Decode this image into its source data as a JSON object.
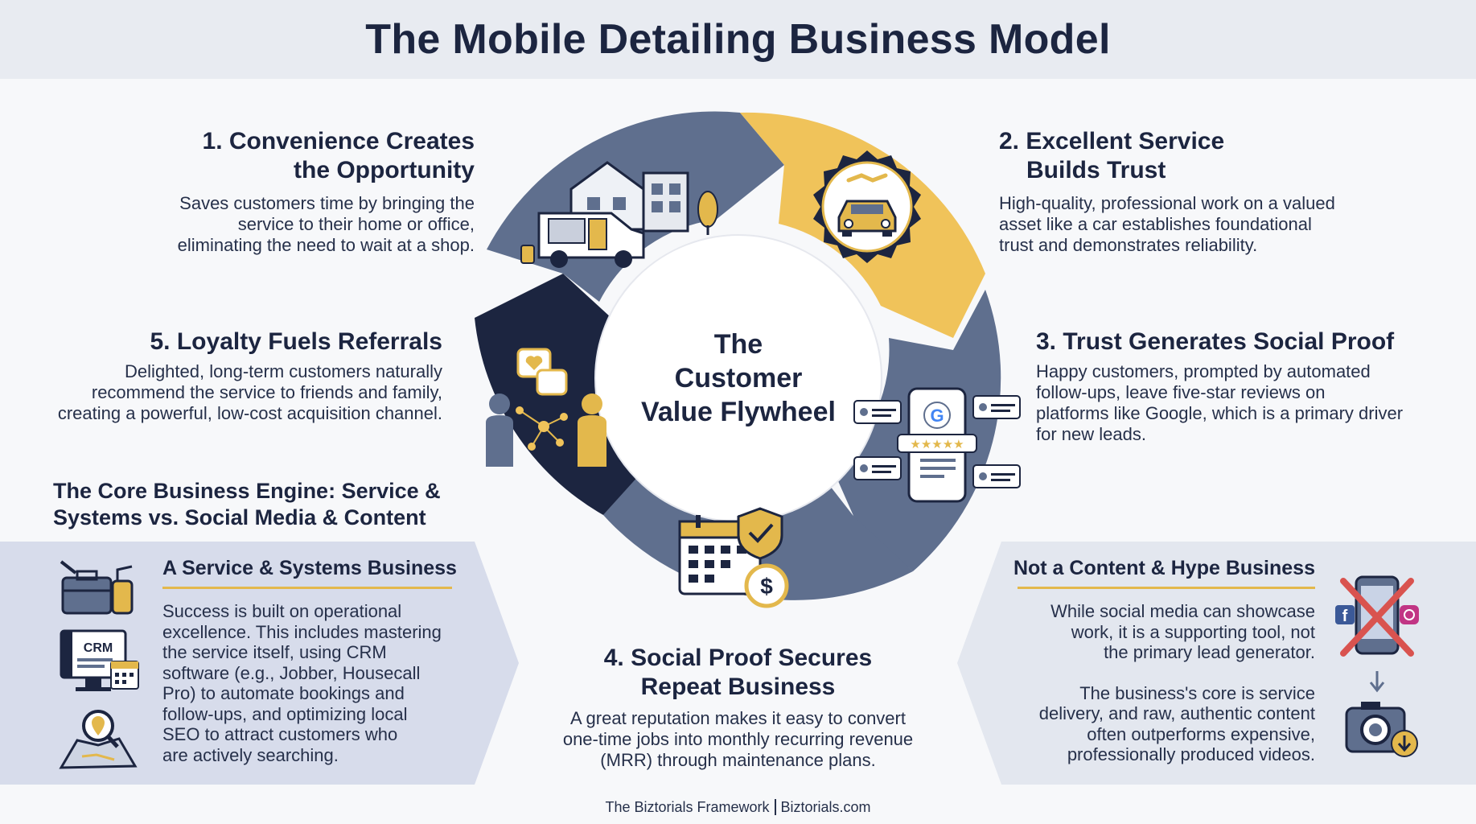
{
  "title": "The Mobile Detailing Business Model",
  "hub": {
    "line1": "The",
    "line2": "Customer",
    "line3": "Value Flywheel"
  },
  "steps": [
    {
      "title_line1": "1. Convenience Creates",
      "title_line2": "the Opportunity",
      "body_line1": "Saves customers time by bringing the",
      "body_line2": "service to their home or office,",
      "body_line3": "eliminating the need to wait at a shop."
    },
    {
      "title_line1": "2. Excellent Service",
      "title_line2": "Builds Trust",
      "body_line1": "High-quality, professional work on a valued",
      "body_line2": "asset like a car establishes foundational",
      "body_line3": "trust and demonstrates reliability."
    },
    {
      "title_line1": "3. Trust Generates Social Proof",
      "body_line1": "Happy customers, prompted by automated",
      "body_line2": "follow-ups, leave five-star reviews on",
      "body_line3": "platforms like Google, which is a primary driver",
      "body_line4": "for new leads."
    },
    {
      "title_line1": "4. Social Proof Secures",
      "title_line2": "Repeat Business",
      "body_line1": "A great reputation makes it easy to convert",
      "body_line2": "one-time jobs into monthly recurring revenue",
      "body_line3": "(MRR) through maintenance plans."
    },
    {
      "title_line1": "5. Loyalty Fuels Referrals",
      "body_line1": "Delighted, long-term customers naturally",
      "body_line2": "recommend the service to friends and family,",
      "body_line3": "creating a powerful, low-cost acquisition channel."
    }
  ],
  "core_engine": {
    "heading_line1": "The Core Business Engine: Service &",
    "heading_line2": "Systems vs. Social Media & Content"
  },
  "service_panel": {
    "title": "A Service & Systems Business",
    "crm_label": "CRM",
    "body_lines": [
      "Success is built on operational",
      "excellence. This includes mastering",
      "the service itself, using CRM",
      "software (e.g., Jobber, Housecall",
      "Pro) to automate bookings and",
      "follow-ups, and optimizing local",
      "SEO to attract customers who",
      "are actively searching."
    ]
  },
  "content_panel": {
    "title": "Not a Content & Hype Business",
    "para1_lines": [
      "While social media can showcase",
      "work, it is a supporting tool, not",
      "the primary lead generator."
    ],
    "para2_lines": [
      "The business's core is service",
      "delivery, and raw, authentic content",
      "often outperforms expensive,",
      "professionally produced videos."
    ]
  },
  "footer": {
    "left": "The Biztorials Framework",
    "right": "Biztorials.com"
  },
  "icons": {
    "step1": "house-van-icon",
    "step2": "handshake-car-badge-icon",
    "step3": "phone-google-reviews-icon",
    "step4": "calendar-shield-money-icon",
    "step5": "referral-network-people-icon",
    "service": [
      "toolbox-icon",
      "crm-monitor-icon",
      "map-pin-search-icon"
    ],
    "content": [
      "crossed-social-phone-icon",
      "arrow-down-icon",
      "camera-icon"
    ]
  },
  "colors": {
    "slate": "#5f6f8e",
    "gold": "#f0c35a",
    "navy": "#1c2540",
    "accent_rule": "#e3b84c"
  }
}
